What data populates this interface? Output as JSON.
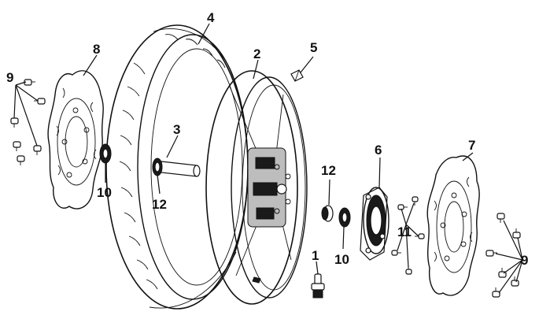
{
  "colors": {
    "line": "#111111",
    "fill_dark": "#1a1a1a",
    "fill_grey": "#bdbdbd",
    "background": "#ffffff"
  },
  "callouts": {
    "valve": "1",
    "rim": "2",
    "axle": "3",
    "tire": "4",
    "weight": "5",
    "sprocket": "6",
    "disc_right": "7",
    "disc_left": "8",
    "bolts_left": "9",
    "bolts_right": "9",
    "bearing_left": "10",
    "bearing_right": "10",
    "bolts_sprocket": "11",
    "spacer_left": "12",
    "spacer_right": "12"
  }
}
